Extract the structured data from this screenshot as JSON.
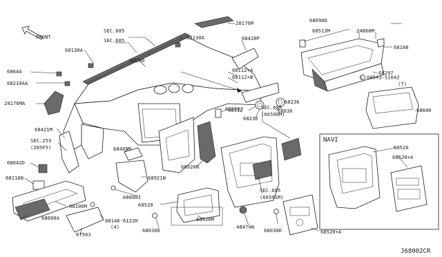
{
  "diagram": {
    "code": "J68002CR",
    "front_label": "FRONT",
    "navi_label": "NAVI",
    "labels": {
      "sec685_a": "SEC.685",
      "sec685_b": "SEC.685",
      "p68130a_1": "68130A",
      "p68130a_2": "68130A",
      "p68200": "68200",
      "p28176m": "28176M",
      "p68420p": "68420P",
      "p68090d": "68090D",
      "p68513m": "68513M",
      "p24860m": "24860M",
      "p68108": "68108",
      "p68644": "68644",
      "p68210aa": "68210AA",
      "p68112a": "68112+A",
      "p68112b": "68112+B",
      "p68297": "68297",
      "p08543": "08543-51642",
      "p08543_qty": "(7)",
      "p28176ma": "28176MA",
      "p68236_1": "68236",
      "p68236_2": "68236",
      "p68112": "68112",
      "p68836": "68836",
      "p68600": "68600",
      "p68421m": "68421M",
      "p68800j_1": "68800J",
      "sec253": "SEC.253",
      "sec253_sub": "(285F5)",
      "sec685_c": "SEC.685",
      "sec685_c_sub": "(66590M)",
      "p68042d": "68042D",
      "p68485m": "68485M",
      "p68920n": "68920N",
      "p68520_navi": "68520",
      "p68520a_navi": "68520+A",
      "p68116n": "68116N",
      "p68921n": "68921N",
      "sec685_d": "SEC.685",
      "sec685_d_sub": "(66591M)",
      "p68800j_2": "68800J",
      "p68106m": "68106M",
      "p68520": "68520",
      "p68600a": "68600A",
      "p08146": "08146-6122H",
      "p08146_qty": "(4)",
      "p68520m": "68520M",
      "p48474n": "48474N",
      "p68030d_1": "68030D",
      "p68030d_2": "68030D",
      "p67503": "67503",
      "p68520a": "68520+A"
    }
  }
}
